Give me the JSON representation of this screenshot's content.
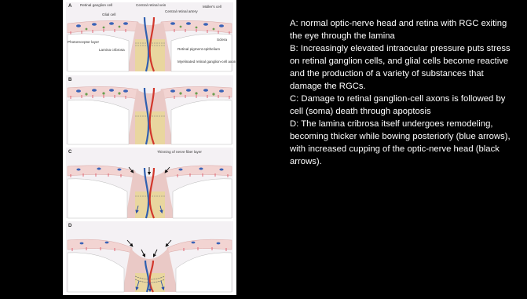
{
  "figure": {
    "panels": [
      {
        "label": "A"
      },
      {
        "label": "B"
      },
      {
        "label": "C"
      },
      {
        "label": "D"
      }
    ],
    "annotations_a": {
      "retinal_ganglion_cell": "Retinal ganglion cell",
      "glial_cell": "Glial cell",
      "central_retinal_vein": "Central retinal vein",
      "central_retinal_artery": "Central retinal artery",
      "mullers_cell": "Müller's cell",
      "sclera": "Sclera",
      "photoreceptor_layer": "Photoreceptor layer",
      "lamina_cribrosa": "Lamina cribrosa",
      "retinal_pigment_epithelium": "Retinal pigment epithelium",
      "myelinated_axon": "Myelinated retinal ganglion-cell axon"
    },
    "annotation_c": "Thinning of nerve fiber layer"
  },
  "caption": [
    "A: normal optic-nerve head and retina with RGC exiting the eye through the lamina",
    "B: Increasingly elevated intraocular pressure puts stress on retinal ganglion cells, and glial cells become reactive and the production of a variety of substances that damage the RGCs.",
    "C: Damage to retinal ganglion-cell axons is followed by cell (soma) death through apoptosis",
    "D: The lamina cribrosa itself undergoes remodeling, becoming thicker while bowing posteriorly (blue arrows), with increased cupping of the optic-nerve head (black arrows)."
  ],
  "colors": {
    "background": "#000000",
    "figure_bg": "#ffffff",
    "retina": "#f2d4d2",
    "vitreous": "#e8e4ea",
    "axon_bundle": "#e9d79a",
    "vein": "#2f5fb0",
    "artery": "#d2372c",
    "ganglion_cell": "#3a63b7",
    "glial_cell": "#6a9e50",
    "photoreceptor": "#e05a6a",
    "arrow_blue": "#2a4fa8",
    "arrow_black": "#111111",
    "caption_text": "#ffffff"
  }
}
